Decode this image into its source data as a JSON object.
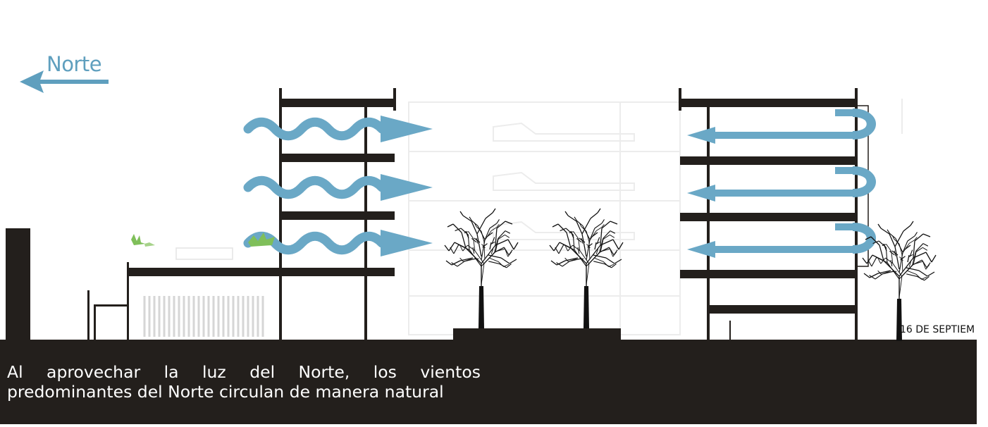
{
  "diagram": {
    "north_label": "Norte",
    "street_label": "16 DE SEPTIEM",
    "caption": "Al aprovechar la luz del Norte, los vientos predominantes del Norte circulan de manera natural"
  },
  "colors": {
    "structure": "#231f1c",
    "airflow": "#6aa8c6",
    "north_text": "#5f9fbe",
    "caption_text": "#ffffff",
    "background": "#ffffff",
    "ghost_building": "#ececec"
  },
  "icons": [
    "north-arrow-icon",
    "airflow-arrow-icon",
    "return-airflow-icon",
    "tree-icon",
    "plant-icon"
  ]
}
